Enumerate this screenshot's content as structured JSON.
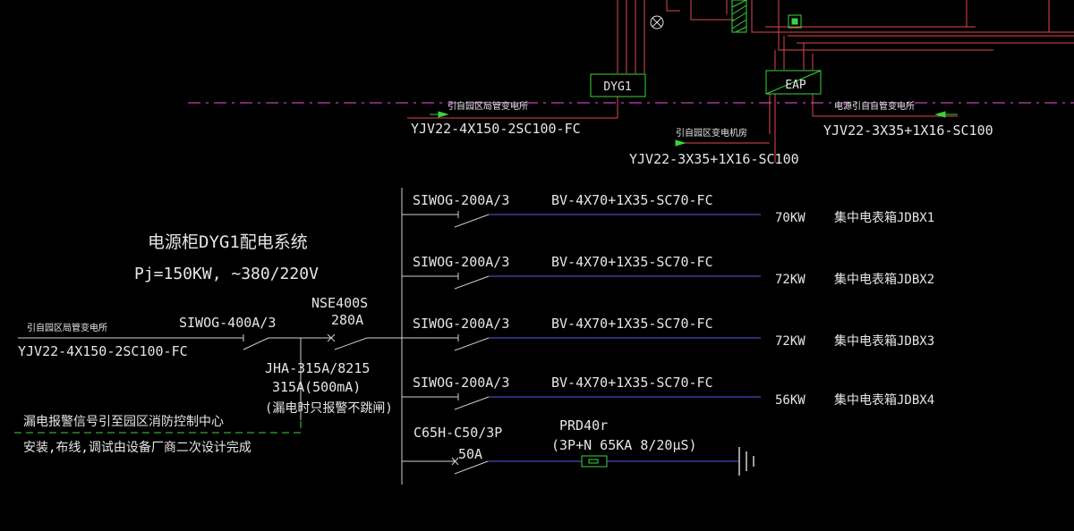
{
  "colors": {
    "background": "#000000",
    "red_line": "#e0474c",
    "bus_white": "#d0d0d0",
    "feeder_blue": "#5a5ae6",
    "green_equipment": "#3ad43a",
    "magenta_dash": "#c040c0",
    "yellow_dash": "#d0d030",
    "text": "#e6e6e6"
  },
  "top": {
    "dyg1_label": "DYG1",
    "eap_label": "EAP",
    "source_left_note": "引自园区局管变电所",
    "source_left_cable": "YJV22-4X150-2SC100-FC",
    "source_mid_note": "引自园区变电机房",
    "source_mid_cable": "YJV22-3X35+1X16-SC100",
    "source_right_note": "电源引自自管变电所",
    "source_right_cable": "YJV22-3X35+1X16-SC100"
  },
  "system": {
    "title": "电源柜DYG1配电系统",
    "rating": "Pj=150KW, ~380/220V"
  },
  "incoming": {
    "note": "引自园区局管变电所",
    "cable": "YJV22-4X150-2SC100-FC",
    "main_breaker": "SIWOG-400A/3",
    "switch_model": "NSE400S",
    "switch_current": "280A",
    "rcd_model": "JHA-315A/8215",
    "rcd_rating": "315A(500mA)",
    "rcd_note": "(漏电时只报警不跳闸)"
  },
  "alarm": {
    "line1": "漏电报警信号引至园区消防控制中心",
    "line2": "安装,布线,调试由设备厂商二次设计完成"
  },
  "feeders": [
    {
      "breaker": "SIWOG-200A/3",
      "cable": "BV-4X70+1X35-SC70-FC",
      "power": "70KW",
      "load": "集中电表箱JDBX1"
    },
    {
      "breaker": "SIWOG-200A/3",
      "cable": "BV-4X70+1X35-SC70-FC",
      "power": "72KW",
      "load": "集中电表箱JDBX2"
    },
    {
      "breaker": "SIWOG-200A/3",
      "cable": "BV-4X70+1X35-SC70-FC",
      "power": "72KW",
      "load": "集中电表箱JDBX3"
    },
    {
      "breaker": "SIWOG-200A/3",
      "cable": "BV-4X70+1X35-SC70-FC",
      "power": "56KW",
      "load": "集中电表箱JDBX4"
    }
  ],
  "spd": {
    "breaker": "C65H-C50/3P",
    "breaker_current": "50A",
    "model": "PRD40r",
    "spec": "(3P+N 65KA 8/20μS)"
  }
}
